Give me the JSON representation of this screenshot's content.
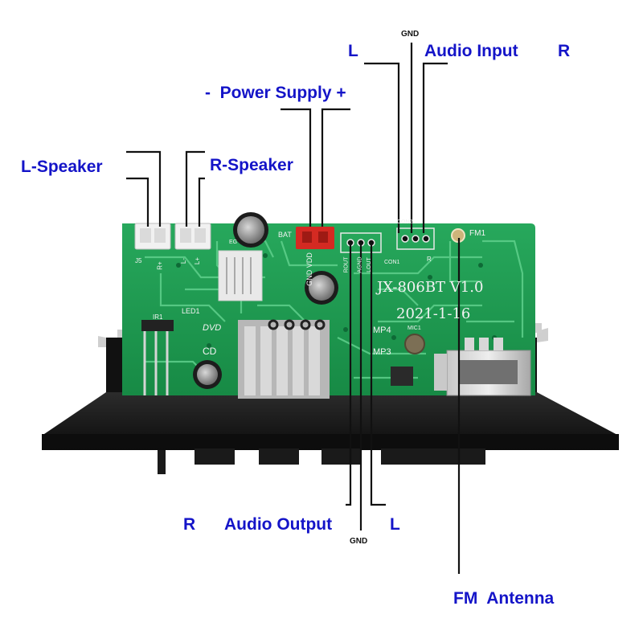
{
  "labels": {
    "l_speaker": "L-Speaker",
    "r_speaker": "R-Speaker",
    "power_supply": "-  Power Supply +",
    "audio_input_l": "L",
    "audio_input_gnd": "GND",
    "audio_input": "Audio Input",
    "audio_input_r": "R",
    "audio_output_r": "R",
    "audio_output": "Audio Output",
    "audio_output_l": "L",
    "audio_output_gnd": "GND",
    "fm_antenna": "FM  Antenna"
  },
  "board": {
    "model": "JX-806BT V1.0",
    "date": "2021-1-16",
    "fm": "FM1",
    "bat": "BAT",
    "led": "LED1",
    "ir": "IR1",
    "dvd": "DVD",
    "cd": "CD",
    "mp4": "MP4",
    "mp3": "MP3",
    "mic": "MIC1",
    "j5": "J5",
    "r_plus": "R+",
    "l_minus": "L-",
    "l_plus": "L+",
    "gnd_vdd": "GND VDD",
    "con1": "CON1",
    "con2": "CON2",
    "r_ch": "R",
    "a_gnd": "AGND",
    "l_out": "LOUT",
    "r_out": "ROUT",
    "eg": "EG"
  },
  "colors": {
    "label_blue": "#1414c8",
    "pcb_green": "#1f9b52",
    "power_connector_red": "#d42a22",
    "bezel_black": "#151515"
  }
}
